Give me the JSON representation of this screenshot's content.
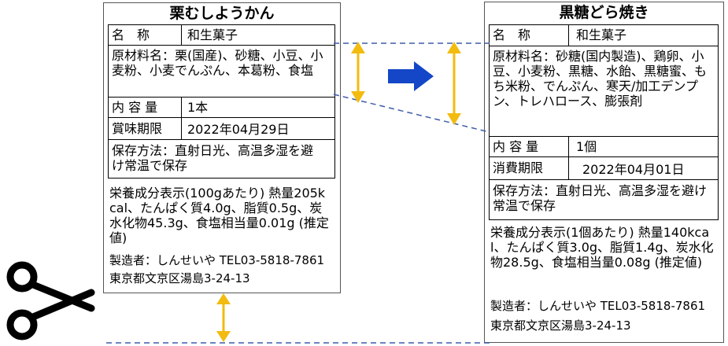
{
  "left_label": {
    "title": "栗むしようかん",
    "name_key": "名　称",
    "name_val": "和生菓子",
    "ingredients": "原材料名：栗(国産)、砂糖、小豆、小麦粉、小麦でんぷん、本葛粉、食塩",
    "content_key": "内 容 量",
    "content_val": "1本",
    "date_key": "賞味期限",
    "date_val": "2022年04月29日",
    "storage": "保存方法：直射日光、高温多湿を避け常温で保存",
    "nutrition": "栄養成分表示(100gあたり) 熱量205kcal、たんぱく質4.0g、脂質0.5g、炭水化物45.3g、食塩相当量0.01g (推定値)",
    "maker_line1": "製造者：しんせいや TEL03-5818-7861",
    "maker_line2": "東京都文京区湯島3-24-13"
  },
  "right_label": {
    "title": "黒糖どら焼き",
    "name_key": "名　称",
    "name_val": "和生菓子",
    "ingredients": "原材料名：砂糖(国内製造)、鶏卵、小豆、小麦粉、黒糖、水飴、黒糖蜜、もち米粉、でんぷん、寒天/加工デンプン、トレハロース、膨張剤",
    "content_key": "内 容 量",
    "content_val": "1個",
    "date_key": "消費期限",
    "date_val": "2022年04月01日",
    "storage": "保存方法：直射日光、高温多湿を避け常温で保存",
    "nutrition": "栄養成分表示(1個あたり) 熱量140kcal、たんぱく質3.0g、脂質1.4g、炭水化物28.5g、食塩相当量0.08g (推定値)",
    "maker_line1": "製造者：しんせいや TEL03-5818-7861",
    "maker_line2": "東京都文京区湯島3-24-13"
  },
  "colors": {
    "arrow_yellow": "#f2bb0f",
    "arrow_blue": "#1447c7",
    "dash_blue": "#3d5da8"
  },
  "icons": {
    "cut": "scissors-icon",
    "direction": "right-arrow-icon"
  }
}
